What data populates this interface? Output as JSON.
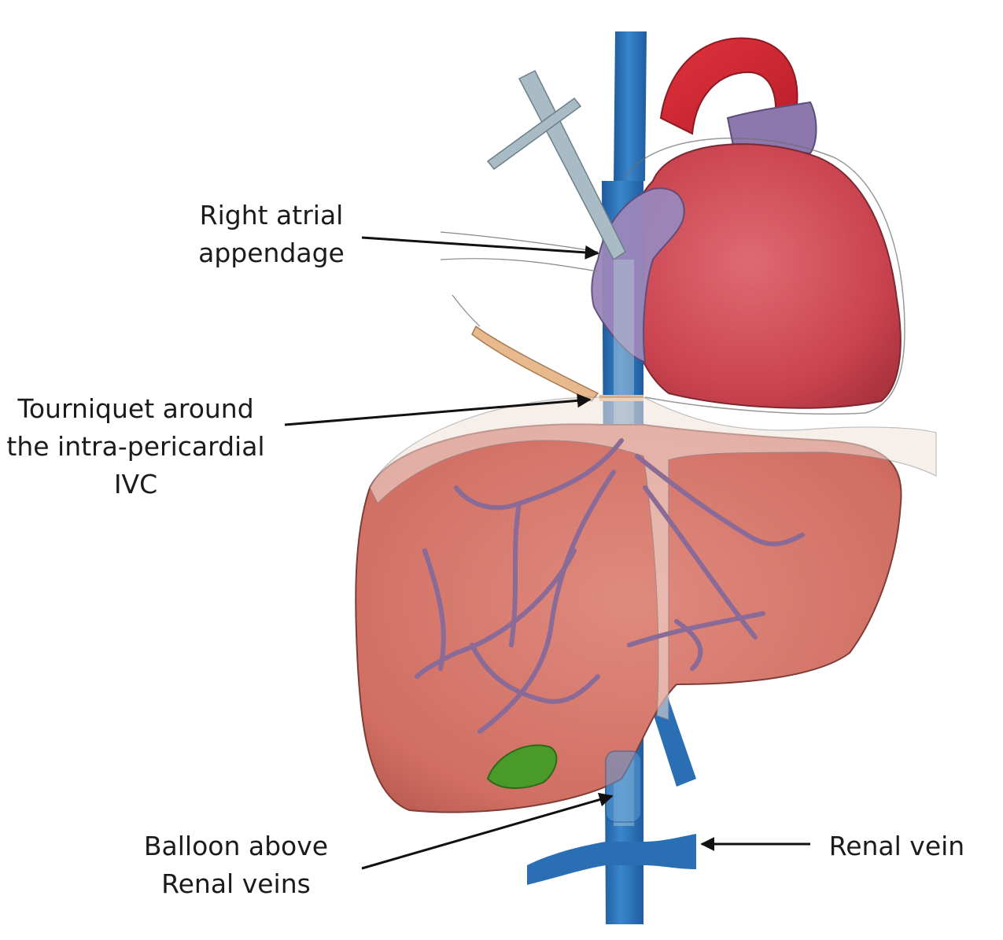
{
  "labels": {
    "right_atrial_appendage": [
      "Right atrial",
      "appendage"
    ],
    "tourniquet": [
      "Tourniquet around",
      "the intra-pericardial",
      "IVC"
    ],
    "balloon": [
      "Balloon above",
      "Renal veins"
    ],
    "renal_vein": [
      "Renal vein"
    ]
  },
  "colors": {
    "vein_blue": "#2a6fb4",
    "heart_red": "#c9434f",
    "aorta_red": "#d42a35",
    "liver": "#d57468",
    "hepatic_vein": "#8a6a96",
    "appendage_purple": "#8d78ad",
    "catheter_gray": "#a9bcc6",
    "gallbladder": "#4a9a2a",
    "tourniquet_tan": "#e8b98c",
    "arrow": "#111111"
  }
}
